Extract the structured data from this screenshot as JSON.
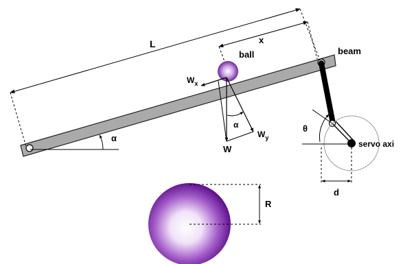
{
  "labels": {
    "length": "L",
    "position": "x",
    "ball": "ball",
    "beam": "beam",
    "wx_main": "W",
    "wx_sub": "x",
    "wy_main": "W",
    "wy_sub": "y",
    "weight": "W",
    "alpha_force": "α",
    "alpha_beam": "α",
    "theta": "θ",
    "servo": "servo axi",
    "arm_length": "d",
    "radius": "R"
  },
  "colors": {
    "beam_fill": "#aaaaaa",
    "line": "#000000",
    "ball_center": "#ffffff",
    "ball_edge": "#5e0f8a"
  }
}
